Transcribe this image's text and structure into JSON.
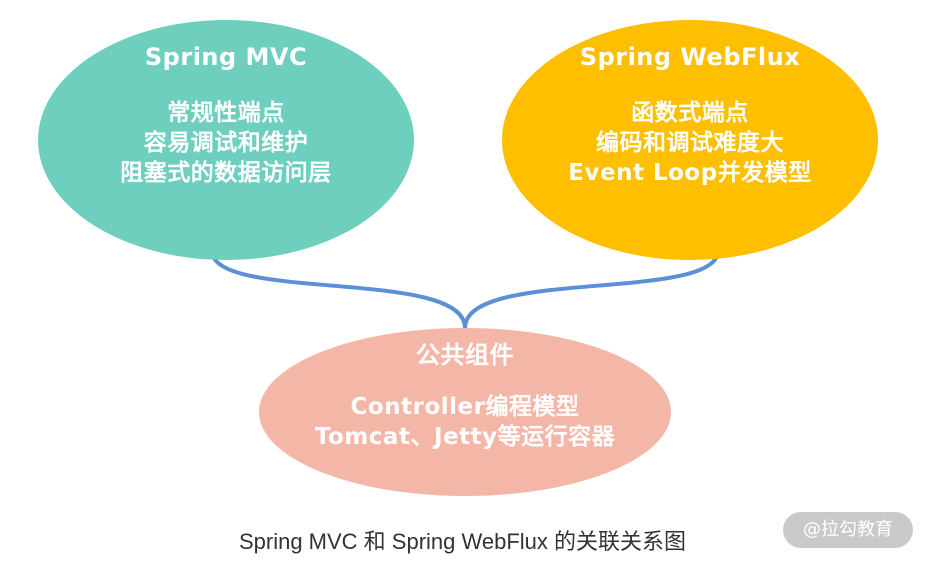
{
  "nodes": {
    "mvc": {
      "title": "Spring MVC",
      "lines": [
        "常规性端点",
        "容易调试和维护",
        "阻塞式的数据访问层"
      ],
      "color": "#6ecfbf"
    },
    "webflux": {
      "title": "Spring WebFlux",
      "lines": [
        "函数式端点",
        "编码和调试难度大",
        "Event Loop并发模型"
      ],
      "color": "#fdbf00"
    },
    "common": {
      "title": "公共组件",
      "lines": [
        "Controller编程模型",
        "Tomcat、Jetty等运行容器"
      ],
      "color": "#f4b7a7"
    }
  },
  "connector_color": "#5b8fd6",
  "caption": "Spring MVC 和 Spring WebFlux 的关联关系图",
  "watermark": "@拉勾教育"
}
